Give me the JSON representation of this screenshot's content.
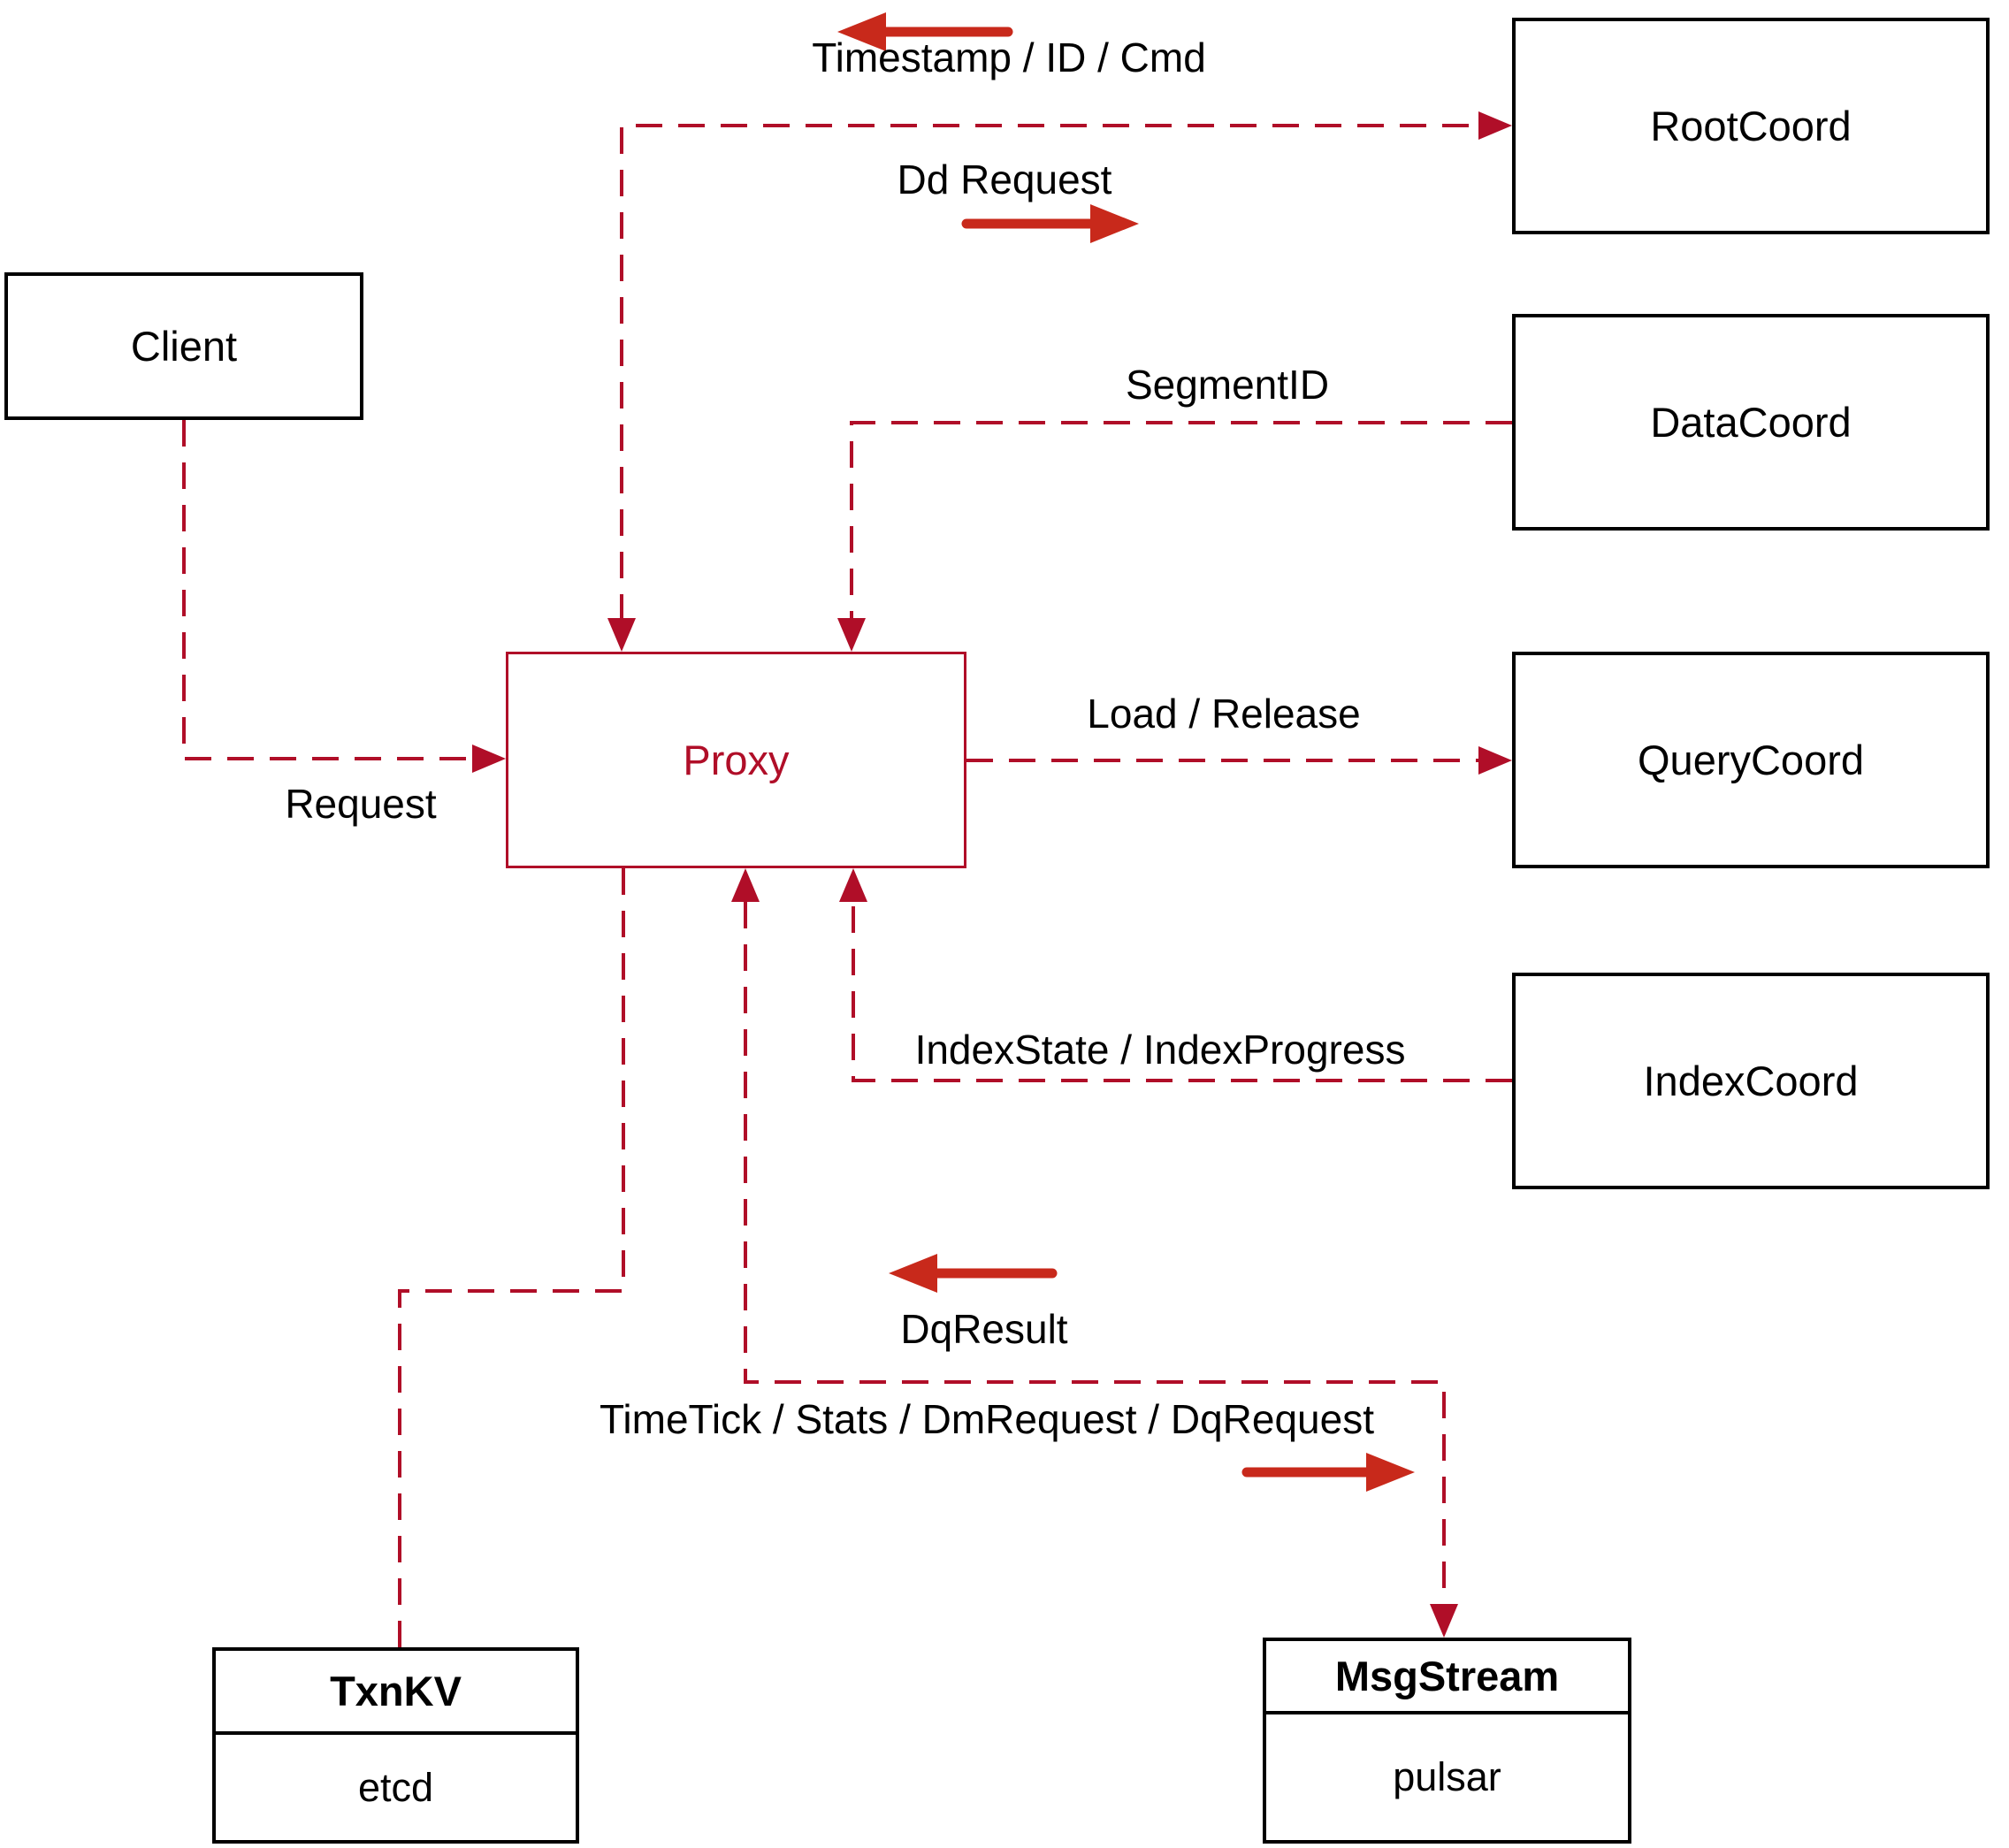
{
  "colors": {
    "background": "#ffffff",
    "connector": "#b00e28",
    "arrow": "#c8291b",
    "box_border": "#000000",
    "proxy": "#b00e28",
    "text": "#000000"
  },
  "nodes": {
    "client": {
      "label": "Client"
    },
    "rootcoord": {
      "label": "RootCoord"
    },
    "datacoord": {
      "label": "DataCoord"
    },
    "querycoord": {
      "label": "QueryCoord"
    },
    "indexcoord": {
      "label": "IndexCoord"
    },
    "proxy": {
      "label": "Proxy"
    },
    "txnkv": {
      "title": "TxnKV",
      "subtitle": "etcd"
    },
    "msgstream": {
      "title": "MsgStream",
      "subtitle": "pulsar"
    }
  },
  "edge_labels": {
    "timestamp": "Timestamp / ID / Cmd",
    "dd_request": "Dd Request",
    "segment_id": "SegmentID",
    "load_release": "Load / Release",
    "request": "Request",
    "index_state": "IndexState / IndexProgress",
    "dq_result": "DqResult",
    "timetick": "TimeTick / Stats / DmRequest / DqRequest"
  }
}
